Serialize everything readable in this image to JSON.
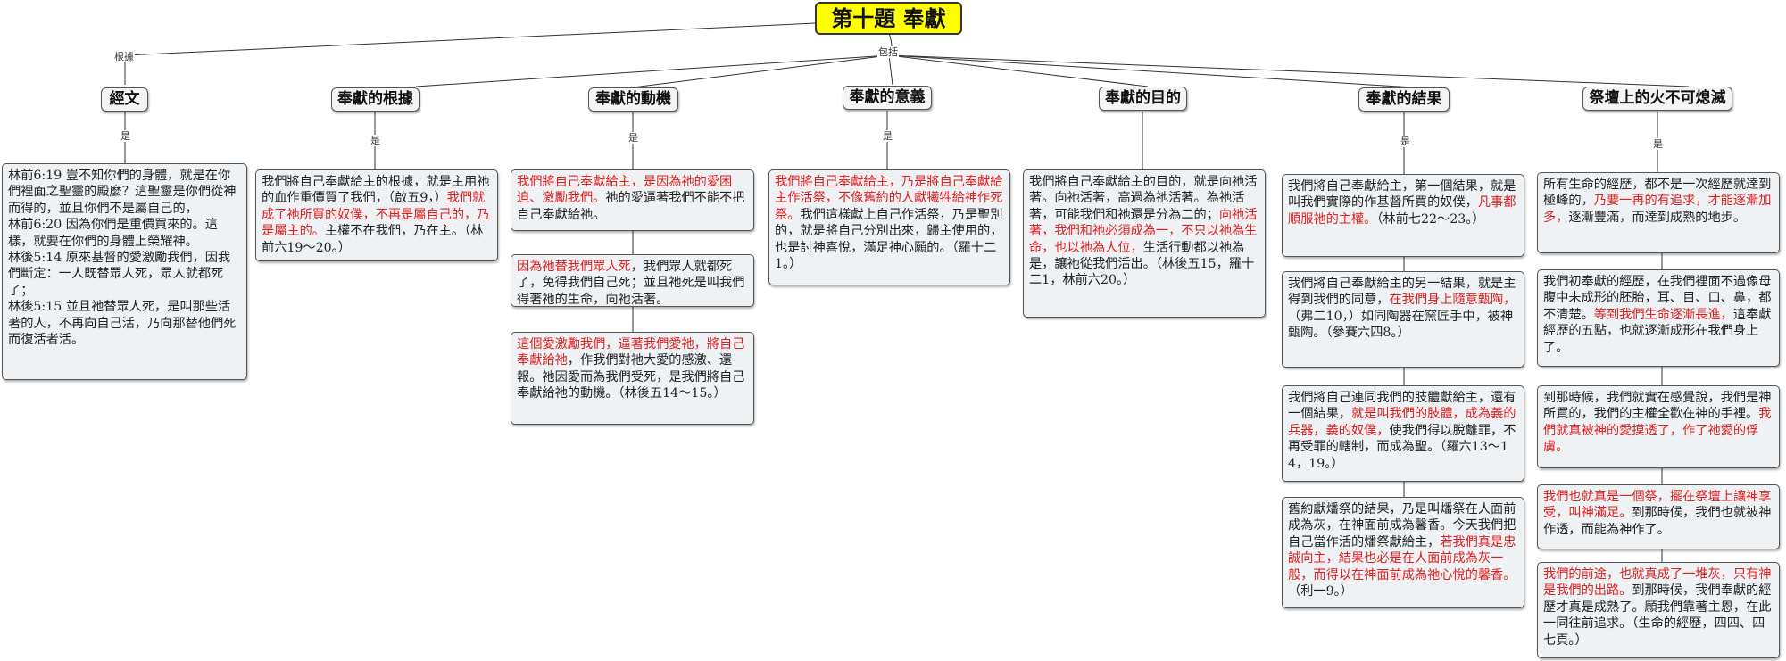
{
  "root": {
    "title": "第十題  奉獻"
  },
  "edge_labels": {
    "basis": "根據",
    "includes": "包括",
    "is": "是"
  },
  "headers": {
    "scripture": "經文",
    "basis": "奉獻的根據",
    "motive": "奉獻的動機",
    "meaning": "奉獻的意義",
    "purpose": "奉獻的目的",
    "result": "奉獻的結果",
    "fire": "祭壇上的火不可熄滅"
  },
  "scripture": {
    "line1": "林前6:19  豈不知你們的身體，就是在你們裡面之聖靈的殿麼？這聖靈是你們從神而得的，並且你們不是屬自己的，",
    "line2": "林前6:20  因為你們是重價買來的。這樣，就要在你們的身體上榮耀神。",
    "line3": "林後5:14  原來基督的愛激勵我們，因我們斷定：一人既替眾人死，眾人就都死了；",
    "line4": "林後5:15  並且祂替眾人死，是叫那些活著的人，不再向自己活，乃向那替他們死而復活者活。"
  },
  "basis_box": {
    "t1": "我們將自己奉獻給主的根據，就是主用祂的血作重價買了我們，（啟五9，）",
    "r1": "我們就成了祂所買的奴僕，不再是屬自己的，乃是屬主的。",
    "t2": "主權不在我們，乃在主。（林前六19～20。）"
  },
  "motive1": {
    "r1": "我們將自己奉獻給主，是因為祂的愛困迫、激勵我們。",
    "t1": "祂的愛逼著我們不能不把自己奉獻給祂。"
  },
  "motive2": {
    "r1": "因為祂替我們眾人死",
    "t1": "，我們眾人就都死了，免得我們自己死；並且祂死是叫我們得著祂的生命，向祂活著。"
  },
  "motive3": {
    "r1": "這個愛激勵我們，逼著我們愛祂，將自己奉獻給祂",
    "t1": "，作我們對祂大愛的感激、還報。祂因愛而為我們受死，是我們將自己奉獻給祂的動機。（林後五14～15。）"
  },
  "meaning_box": {
    "r1": "我們將自己奉獻給主，乃是將自己奉獻給主作活祭，不像舊約的人獻犧牲給神作死祭。",
    "t1": "我們這樣獻上自己作活祭，乃是聖別的，就是將自己分別出來，歸主使用的，也是討神喜悅，滿足神心願的。（羅十二1。）"
  },
  "purpose_box": {
    "t1": "我們將自己奉獻給主的目的，就是向祂活著。向祂活著，高過為祂活著。為祂活著，可能我們和祂還是分為二的；",
    "r1": "向祂活著，我們和祂必須成為一，不只以祂為生命，也以祂為人位，",
    "t2": "生活行動都以祂為是，讓祂從我們活出。（林後五15，羅十二1，林前六20。）"
  },
  "result1": {
    "t1": "我們將自己奉獻給主，第一個結果，就是叫我們實際的作基督所買的奴僕，",
    "r1": "凡事都順服祂的主權。",
    "t2": "（林前七22～23。）"
  },
  "result2": {
    "t1": "我們將自己奉獻給主的另一結果，就是主得到我們的同意，",
    "r1": "在我們身上隨意甄陶，",
    "t2": "（弗二10，）如同陶器在窯匠手中，被神甄陶。（參賽六四8。）"
  },
  "result3": {
    "t1": "我們將自己連同我們的肢體獻給主，還有一個結果，",
    "r1": "就是叫我們的肢體，成為義的兵器，義的奴僕，",
    "t2": "使我們得以脫離罪，不再受罪的轄制，而成為聖。（羅六13～14，19。）"
  },
  "result4": {
    "t1": "舊約獻燔祭的結果，乃是叫燔祭在人面前成為灰，在神面前成為馨香。今天我們把自己當作活的燔祭獻給主，",
    "r1": "若我們真是忠誠向主，結果也必是在人面前成為灰一般，而得以在神面前成為祂心悅的馨香。",
    "t2": "（利一9。）"
  },
  "fire1": {
    "t1": "所有生命的經歷，都不是一次經歷就達到極峰的，",
    "r1": "乃要一再的有追求，才能逐漸加多，",
    "t2": "逐漸豐滿，而達到成熟的地步。"
  },
  "fire2": {
    "t1": "我們初奉獻的經歷，在我們裡面不過像母腹中未成形的胚胎，耳、目、口、鼻，都不清楚。",
    "r1": "等到我們生命逐漸長進，",
    "t2": "這奉獻經歷的五點，也就逐漸成形在我們身上了。"
  },
  "fire3": {
    "t1": "到那時候，我們就實在感覺說，我們是神所買的，我們的主權全歡在神的手裡。",
    "r1": "我們就真被神的愛摸透了，作了祂愛的俘虜。"
  },
  "fire4": {
    "r1": "我們也就真是一個祭，擺在祭壇上讓神享受，叫神滿足。",
    "t1": "到那時候，我們也就被神作透，而能為神作了。"
  },
  "fire5": {
    "r1": "我們的前途，也就真成了一堆灰，只有神是我們的出路。",
    "t1": "到那時候，我們奉獻的經歷才真是成熟了。願我們靠著主恩，在此一同往前追求。（生命的經歷，四四、四七頁。）"
  },
  "colors": {
    "root_fill": "#ffff00",
    "highlight_text": "#e02020",
    "box_fill": "#eef2f4"
  }
}
